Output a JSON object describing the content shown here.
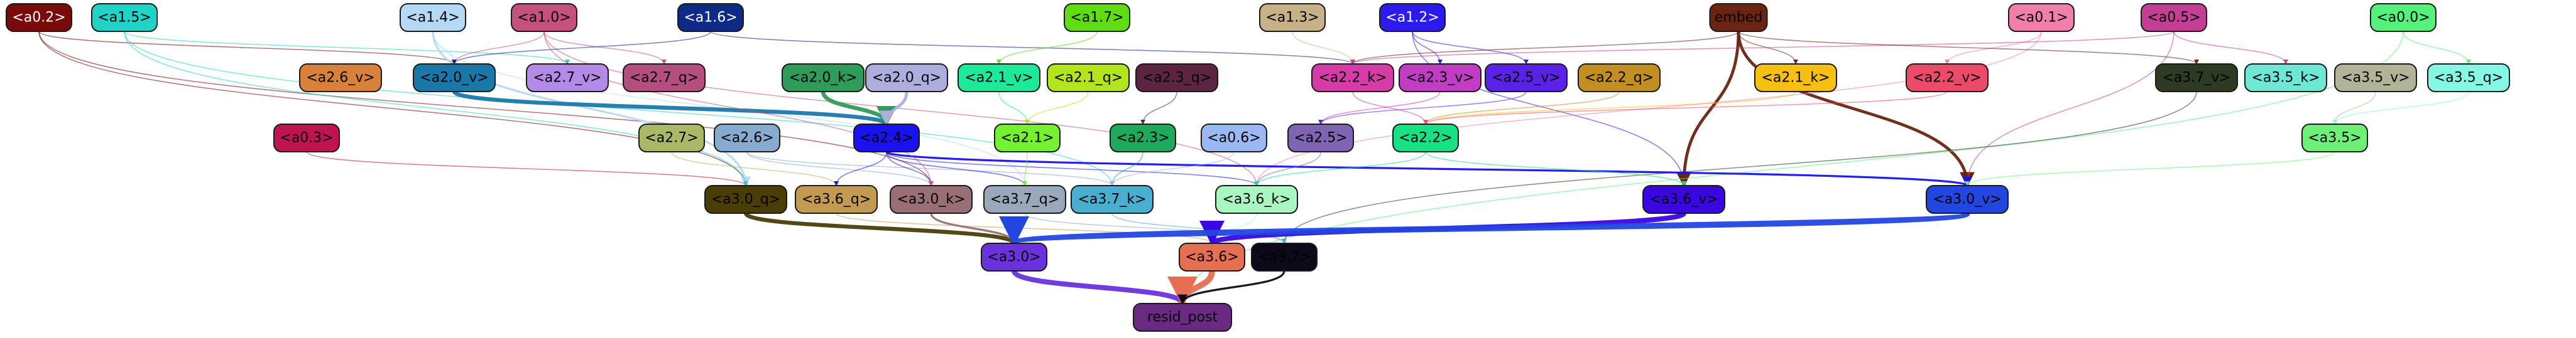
{
  "graph": {
    "nodes": [
      {
        "id": "a0.2",
        "label": "<a0.2>",
        "fill": "#7a0a0a",
        "text": "#ffffff"
      },
      {
        "id": "a1.5",
        "label": "<a1.5>",
        "fill": "#1fd3c8",
        "text": "#000000"
      },
      {
        "id": "a1.4",
        "label": "<a1.4>",
        "fill": "#b5d8f5",
        "text": "#000000"
      },
      {
        "id": "a1.0",
        "label": "<a1.0>",
        "fill": "#c4507e",
        "text": "#000000"
      },
      {
        "id": "a1.6",
        "label": "<a1.6>",
        "fill": "#0e2a86",
        "text": "#ffffff"
      },
      {
        "id": "a1.7",
        "label": "<a1.7>",
        "fill": "#5fdc12",
        "text": "#000000"
      },
      {
        "id": "a1.3",
        "label": "<a1.3>",
        "fill": "#c6b286",
        "text": "#000000"
      },
      {
        "id": "a1.2",
        "label": "<a1.2>",
        "fill": "#2a1aee",
        "text": "#ffffff"
      },
      {
        "id": "embed",
        "label": "embed",
        "fill": "#6b2412",
        "text": "#000000"
      },
      {
        "id": "a0.1",
        "label": "<a0.1>",
        "fill": "#f27eac",
        "text": "#000000"
      },
      {
        "id": "a0.5",
        "label": "<a0.5>",
        "fill": "#c43e96",
        "text": "#000000"
      },
      {
        "id": "a0.0",
        "label": "<a0.0>",
        "fill": "#54f27a",
        "text": "#000000"
      },
      {
        "id": "a2.6_v",
        "label": "<a2.6_v>",
        "fill": "#d9803b",
        "text": "#000000"
      },
      {
        "id": "a2.0_v",
        "label": "<a2.0_v>",
        "fill": "#1a78a8",
        "text": "#000000"
      },
      {
        "id": "a2.7_v",
        "label": "<a2.7_v>",
        "fill": "#b48ae8",
        "text": "#000000"
      },
      {
        "id": "a2.7_q",
        "label": "<a2.7_q>",
        "fill": "#b44e7e",
        "text": "#000000"
      },
      {
        "id": "a2.0_k",
        "label": "<a2.0_k>",
        "fill": "#2e9b58",
        "text": "#000000"
      },
      {
        "id": "a2.0_q",
        "label": "<a2.0_q>",
        "fill": "#aeaede",
        "text": "#000000"
      },
      {
        "id": "a2.1_v",
        "label": "<a2.1_v>",
        "fill": "#1ee89a",
        "text": "#000000"
      },
      {
        "id": "a2.1_q",
        "label": "<a2.1_q>",
        "fill": "#b2e41c",
        "text": "#000000"
      },
      {
        "id": "a2.3_q",
        "label": "<a2.3_q>",
        "fill": "#5b2542",
        "text": "#000000"
      },
      {
        "id": "a2.2_k",
        "label": "<a2.2_k>",
        "fill": "#d63ca8",
        "text": "#000000"
      },
      {
        "id": "a2.3_v",
        "label": "<a2.3_v>",
        "fill": "#c03cc2",
        "text": "#000000"
      },
      {
        "id": "a2.5_v",
        "label": "<a2.5_v>",
        "fill": "#5a22e6",
        "text": "#000000"
      },
      {
        "id": "a2.2_q",
        "label": "<a2.2_q>",
        "fill": "#c28e22",
        "text": "#000000"
      },
      {
        "id": "a2.1_k",
        "label": "<a2.1_k>",
        "fill": "#f6c012",
        "text": "#000000"
      },
      {
        "id": "a2.2_v",
        "label": "<a2.2_v>",
        "fill": "#ec4a6a",
        "text": "#000000"
      },
      {
        "id": "a3.7_v",
        "label": "<a3.7_v>",
        "fill": "#2e3a22",
        "text": "#000000"
      },
      {
        "id": "a3.5_k",
        "label": "<a3.5_k>",
        "fill": "#6ee8d4",
        "text": "#000000"
      },
      {
        "id": "a3.5_v",
        "label": "<a3.5_v>",
        "fill": "#b2b296",
        "text": "#000000"
      },
      {
        "id": "a3.5_q",
        "label": "<a3.5_q>",
        "fill": "#84f8e4",
        "text": "#000000"
      },
      {
        "id": "a0.3",
        "label": "<a0.3>",
        "fill": "#c01452",
        "text": "#000000"
      },
      {
        "id": "a2.7",
        "label": "<a2.7>",
        "fill": "#a8b866",
        "text": "#000000"
      },
      {
        "id": "a2.6",
        "label": "<a2.6>",
        "fill": "#86aad0",
        "text": "#000000"
      },
      {
        "id": "a2.4",
        "label": "<a2.4>",
        "fill": "#1a12ee",
        "text": "#000000"
      },
      {
        "id": "a2.1",
        "label": "<a2.1>",
        "fill": "#74f232",
        "text": "#000000"
      },
      {
        "id": "a2.3",
        "label": "<a2.3>",
        "fill": "#1eaa5a",
        "text": "#000000"
      },
      {
        "id": "a0.6",
        "label": "<a0.6>",
        "fill": "#9ab8f2",
        "text": "#000000"
      },
      {
        "id": "a2.5",
        "label": "<a2.5>",
        "fill": "#7e64b2",
        "text": "#000000"
      },
      {
        "id": "a2.2",
        "label": "<a2.2>",
        "fill": "#18e084",
        "text": "#000000"
      },
      {
        "id": "a3.5",
        "label": "<a3.5>",
        "fill": "#6ef078",
        "text": "#000000"
      },
      {
        "id": "a3.0_q",
        "label": "<a3.0_q>",
        "fill": "#4a3e06",
        "text": "#000000"
      },
      {
        "id": "a3.6_q",
        "label": "<a3.6_q>",
        "fill": "#c29a52",
        "text": "#000000"
      },
      {
        "id": "a3.0_k",
        "label": "<a3.0_k>",
        "fill": "#9a6e76",
        "text": "#000000"
      },
      {
        "id": "a3.7_q",
        "label": "<a3.7_q>",
        "fill": "#98a8ba",
        "text": "#000000"
      },
      {
        "id": "a3.7_k",
        "label": "<a3.7_k>",
        "fill": "#4aaed0",
        "text": "#000000"
      },
      {
        "id": "a3.6_k",
        "label": "<a3.6_k>",
        "fill": "#a8f6c0",
        "text": "#000000"
      },
      {
        "id": "a3.6_v",
        "label": "<a3.6_v>",
        "fill": "#3a06e2",
        "text": "#000000"
      },
      {
        "id": "a3.0_v",
        "label": "<a3.0_v>",
        "fill": "#2246e0",
        "text": "#000000"
      },
      {
        "id": "a3.0",
        "label": "<a3.0>",
        "fill": "#6a32dc",
        "text": "#000000"
      },
      {
        "id": "a3.6",
        "label": "<a3.6>",
        "fill": "#e66e52",
        "text": "#000000"
      },
      {
        "id": "a3.7",
        "label": "<a3.7>",
        "fill": "#0c0a1a",
        "text": "#000000"
      },
      {
        "id": "resid_post",
        "label": "resid_post",
        "fill": "#6a2a82",
        "text": "#000000"
      }
    ],
    "edges": [
      {
        "from": "a0.2",
        "to": "a2.0_v",
        "color": "#7a0a0a",
        "weight": 1
      },
      {
        "from": "a0.2",
        "to": "a3.0_k",
        "color": "#7a0a0a",
        "weight": 1
      },
      {
        "from": "a0.2",
        "to": "a3.0_q",
        "color": "#7a0a0a",
        "weight": 1
      },
      {
        "from": "a1.5",
        "to": "a2.7_v",
        "color": "#1fd3c8",
        "weight": 1
      },
      {
        "from": "a1.5",
        "to": "a3.7_k",
        "color": "#1fd3c8",
        "weight": 1
      },
      {
        "from": "a1.4",
        "to": "a2.0_v",
        "color": "#b5d8f5",
        "weight": 1
      },
      {
        "from": "a1.4",
        "to": "a3.0_q",
        "color": "#b5d8f5",
        "weight": 2
      },
      {
        "from": "a1.4",
        "to": "a3.7_q",
        "color": "#b5d8f5",
        "weight": 1
      },
      {
        "from": "a1.0",
        "to": "a2.0_v",
        "color": "#c4507e",
        "weight": 1
      },
      {
        "from": "a1.0",
        "to": "a2.7_q",
        "color": "#c4507e",
        "weight": 1
      },
      {
        "from": "a1.0",
        "to": "a3.6_k",
        "color": "#c4507e",
        "weight": 1
      },
      {
        "from": "a1.6",
        "to": "a2.0_v",
        "color": "#0e2a86",
        "weight": 1
      },
      {
        "from": "a1.6",
        "to": "a2.2_k",
        "color": "#0e2a86",
        "weight": 1
      },
      {
        "from": "a1.7",
        "to": "a2.1_v",
        "color": "#5fdc12",
        "weight": 1
      },
      {
        "from": "a1.3",
        "to": "a2.2_k",
        "color": "#c6b286",
        "weight": 1
      },
      {
        "from": "a1.2",
        "to": "a2.5_v",
        "color": "#2a1aee",
        "weight": 1
      },
      {
        "from": "a1.2",
        "to": "a2.3_v",
        "color": "#2a1aee",
        "weight": 1
      },
      {
        "from": "a1.2",
        "to": "a3.6_v",
        "color": "#2a1aee",
        "weight": 1
      },
      {
        "from": "embed",
        "to": "a3.6_v",
        "color": "#6b2412",
        "weight": 3
      },
      {
        "from": "embed",
        "to": "a3.0_v",
        "color": "#6b2412",
        "weight": 3
      },
      {
        "from": "embed",
        "to": "a2.1_k",
        "color": "#6b2412",
        "weight": 1
      },
      {
        "from": "embed",
        "to": "a2.2_k",
        "color": "#6b2412",
        "weight": 1
      },
      {
        "from": "a0.1",
        "to": "a3.6_k",
        "color": "#f27eac",
        "weight": 1
      },
      {
        "from": "a0.1",
        "to": "a2.2_v",
        "color": "#f27eac",
        "weight": 1
      },
      {
        "from": "a0.5",
        "to": "a3.5_k",
        "color": "#c43e96",
        "weight": 1
      },
      {
        "from": "a0.5",
        "to": "a3.0_v",
        "color": "#c43e96",
        "weight": 1
      },
      {
        "from": "a0.0",
        "to": "a3.5_q",
        "color": "#54f27a",
        "weight": 1
      },
      {
        "from": "a0.0",
        "to": "resid_post",
        "color": "#54f27a",
        "weight": 1
      },
      {
        "from": "a2.0_v",
        "to": "a2.4",
        "color": "#1a78a8",
        "weight": 4
      },
      {
        "from": "a2.0_k",
        "to": "a2.4",
        "color": "#2e9b58",
        "weight": 4
      },
      {
        "from": "a2.0_q",
        "to": "a2.4",
        "color": "#aeaede",
        "weight": 3
      },
      {
        "from": "a2.1_v",
        "to": "a2.1",
        "color": "#1ee89a",
        "weight": 1
      },
      {
        "from": "a2.1_q",
        "to": "a2.1",
        "color": "#b2e41c",
        "weight": 1
      },
      {
        "from": "a2.3_q",
        "to": "a2.3",
        "color": "#5b2542",
        "weight": 1
      },
      {
        "from": "a2.2_k",
        "to": "a2.2",
        "color": "#d63ca8",
        "weight": 1
      },
      {
        "from": "a2.3_v",
        "to": "a2.5",
        "color": "#c03cc2",
        "weight": 1
      },
      {
        "from": "a2.5_v",
        "to": "a2.5",
        "color": "#5a22e6",
        "weight": 1
      },
      {
        "from": "a2.2_q",
        "to": "a2.2",
        "color": "#c28e22",
        "weight": 1
      },
      {
        "from": "a2.1_k",
        "to": "a2.2",
        "color": "#f6c012",
        "weight": 1
      },
      {
        "from": "a2.2_v",
        "to": "a2.2",
        "color": "#ec4a6a",
        "weight": 1
      },
      {
        "from": "a3.7_v",
        "to": "a3.7",
        "color": "#2e3a22",
        "weight": 1
      },
      {
        "from": "a3.5_v",
        "to": "a3.5",
        "color": "#b2b296",
        "weight": 1
      },
      {
        "from": "a3.5_q",
        "to": "a3.5",
        "color": "#84f8e4",
        "weight": 1
      },
      {
        "from": "a0.3",
        "to": "a3.0_q",
        "color": "#c01452",
        "weight": 1
      },
      {
        "from": "a2.7",
        "to": "a3.6_q",
        "color": "#a8b866",
        "weight": 1
      },
      {
        "from": "a2.6",
        "to": "a3.0_k",
        "color": "#86aad0",
        "weight": 1
      },
      {
        "from": "a2.6",
        "to": "a3.7_k",
        "color": "#86aad0",
        "weight": 1
      },
      {
        "from": "a2.4",
        "to": "a3.0_v",
        "color": "#1a12ee",
        "weight": 2
      },
      {
        "from": "a2.4",
        "to": "a3.0_k",
        "color": "#1a12ee",
        "weight": 1
      },
      {
        "from": "a2.4",
        "to": "a3.6_q",
        "color": "#1a12ee",
        "weight": 1
      },
      {
        "from": "a2.4",
        "to": "a3.7_q",
        "color": "#1a12ee",
        "weight": 1
      },
      {
        "from": "a2.4",
        "to": "a3.6_k",
        "color": "#1a12ee",
        "weight": 1
      },
      {
        "from": "a2.1",
        "to": "a3.7_q",
        "color": "#74f232",
        "weight": 1
      },
      {
        "from": "a2.3",
        "to": "a3.7_k",
        "color": "#1eaa5a",
        "weight": 1
      },
      {
        "from": "a0.6",
        "to": "a3.7_k",
        "color": "#9ab8f2",
        "weight": 1
      },
      {
        "from": "a2.5",
        "to": "a3.6_k",
        "color": "#7e64b2",
        "weight": 1
      },
      {
        "from": "a2.2",
        "to": "a3.6_v",
        "color": "#18e084",
        "weight": 1
      },
      {
        "from": "a2.2",
        "to": "a3.6_k",
        "color": "#18e084",
        "weight": 1
      },
      {
        "from": "a3.5",
        "to": "a3.0_v",
        "color": "#6ef078",
        "weight": 1
      },
      {
        "from": "a3.0_q",
        "to": "a3.0",
        "color": "#4a3e06",
        "weight": 4
      },
      {
        "from": "a3.6_q",
        "to": "a3.6",
        "color": "#c29a52",
        "weight": 1
      },
      {
        "from": "a3.0_k",
        "to": "a3.0",
        "color": "#9a6e76",
        "weight": 2
      },
      {
        "from": "a3.7_q",
        "to": "a3.7",
        "color": "#98a8ba",
        "weight": 1
      },
      {
        "from": "a3.7_k",
        "to": "a3.7",
        "color": "#4aaed0",
        "weight": 1
      },
      {
        "from": "a3.6_k",
        "to": "a3.6",
        "color": "#a8f6c0",
        "weight": 1
      },
      {
        "from": "a3.6_v",
        "to": "a3.6",
        "color": "#3a06e2",
        "weight": 5
      },
      {
        "from": "a3.0_v",
        "to": "a3.0",
        "color": "#2246e0",
        "weight": 6
      },
      {
        "from": "a3.0",
        "to": "resid_post",
        "color": "#6a32dc",
        "weight": 5
      },
      {
        "from": "a3.6",
        "to": "resid_post",
        "color": "#e66e52",
        "weight": 6
      },
      {
        "from": "a3.7",
        "to": "resid_post",
        "color": "#0c0a1a",
        "weight": 2
      },
      {
        "from": "a1.0",
        "to": "a3.0_k",
        "color": "#c4507e",
        "weight": 1
      },
      {
        "from": "a1.5",
        "to": "a3.0_q",
        "color": "#1fd3c8",
        "weight": 1
      },
      {
        "from": "a0.5",
        "to": "a2.2_k",
        "color": "#c43e96",
        "weight": 1
      },
      {
        "from": "embed",
        "to": "a3.7_v",
        "color": "#6b2412",
        "weight": 1
      }
    ]
  }
}
